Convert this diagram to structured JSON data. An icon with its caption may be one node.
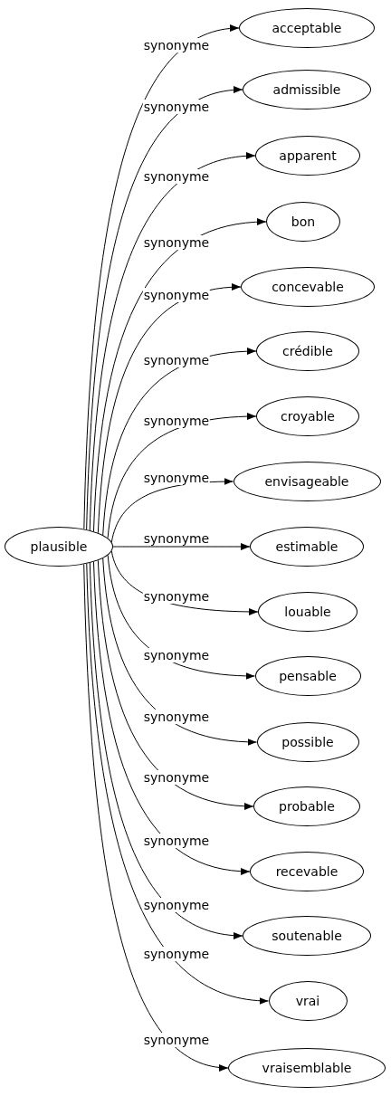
{
  "diagram": {
    "nodes": [
      {
        "text": [
          "plausible"
        ]
      },
      {
        "text": [
          "acceptable"
        ]
      },
      {
        "text": [
          "admissible"
        ]
      },
      {
        "text": [
          "apparent"
        ]
      },
      {
        "text": [
          "bon"
        ]
      },
      {
        "text": [
          "concevable"
        ]
      },
      {
        "text": [
          "crédible"
        ]
      },
      {
        "text": [
          "croyable"
        ]
      },
      {
        "text": [
          "envisageable"
        ]
      },
      {
        "text": [
          "estimable"
        ]
      },
      {
        "text": [
          "louable"
        ]
      },
      {
        "text": [
          "pensable"
        ]
      },
      {
        "text": [
          "possible"
        ]
      },
      {
        "text": [
          "probable"
        ]
      },
      {
        "text": [
          "recevable"
        ]
      },
      {
        "text": [
          "soutenable"
        ]
      },
      {
        "text": [
          "vrai"
        ]
      },
      {
        "text": [
          "vraisemblable"
        ]
      }
    ],
    "edges": [
      {
        "from": 0,
        "to": 1,
        "arrow": "to",
        "label": "synonyme"
      },
      {
        "from": 0,
        "to": 2,
        "arrow": "to",
        "label": "synonyme"
      },
      {
        "from": 0,
        "to": 3,
        "arrow": "to",
        "label": "synonyme"
      },
      {
        "from": 0,
        "to": 4,
        "arrow": "to",
        "label": "synonyme"
      },
      {
        "from": 0,
        "to": 5,
        "arrow": "to",
        "label": "synonyme"
      },
      {
        "from": 0,
        "to": 6,
        "arrow": "to",
        "label": "synonyme"
      },
      {
        "from": 0,
        "to": 7,
        "arrow": "to",
        "label": "synonyme"
      },
      {
        "from": 0,
        "to": 8,
        "arrow": "to",
        "label": "synonyme"
      },
      {
        "from": 0,
        "to": 9,
        "arrow": "to",
        "label": "synonyme"
      },
      {
        "from": 0,
        "to": 10,
        "arrow": "to",
        "label": "synonyme"
      },
      {
        "from": 0,
        "to": 11,
        "arrow": "to",
        "label": "synonyme"
      },
      {
        "from": 0,
        "to": 12,
        "arrow": "to",
        "label": "synonyme"
      },
      {
        "from": 0,
        "to": 13,
        "arrow": "to",
        "label": "synonyme"
      },
      {
        "from": 0,
        "to": 14,
        "arrow": "to",
        "label": "synonyme"
      },
      {
        "from": 0,
        "to": 15,
        "arrow": "to",
        "label": "synonyme"
      },
      {
        "from": 0,
        "to": 16,
        "arrow": "to",
        "label": "synonyme"
      },
      {
        "from": 0,
        "to": 17,
        "arrow": "to",
        "label": "synonyme"
      }
    ]
  }
}
